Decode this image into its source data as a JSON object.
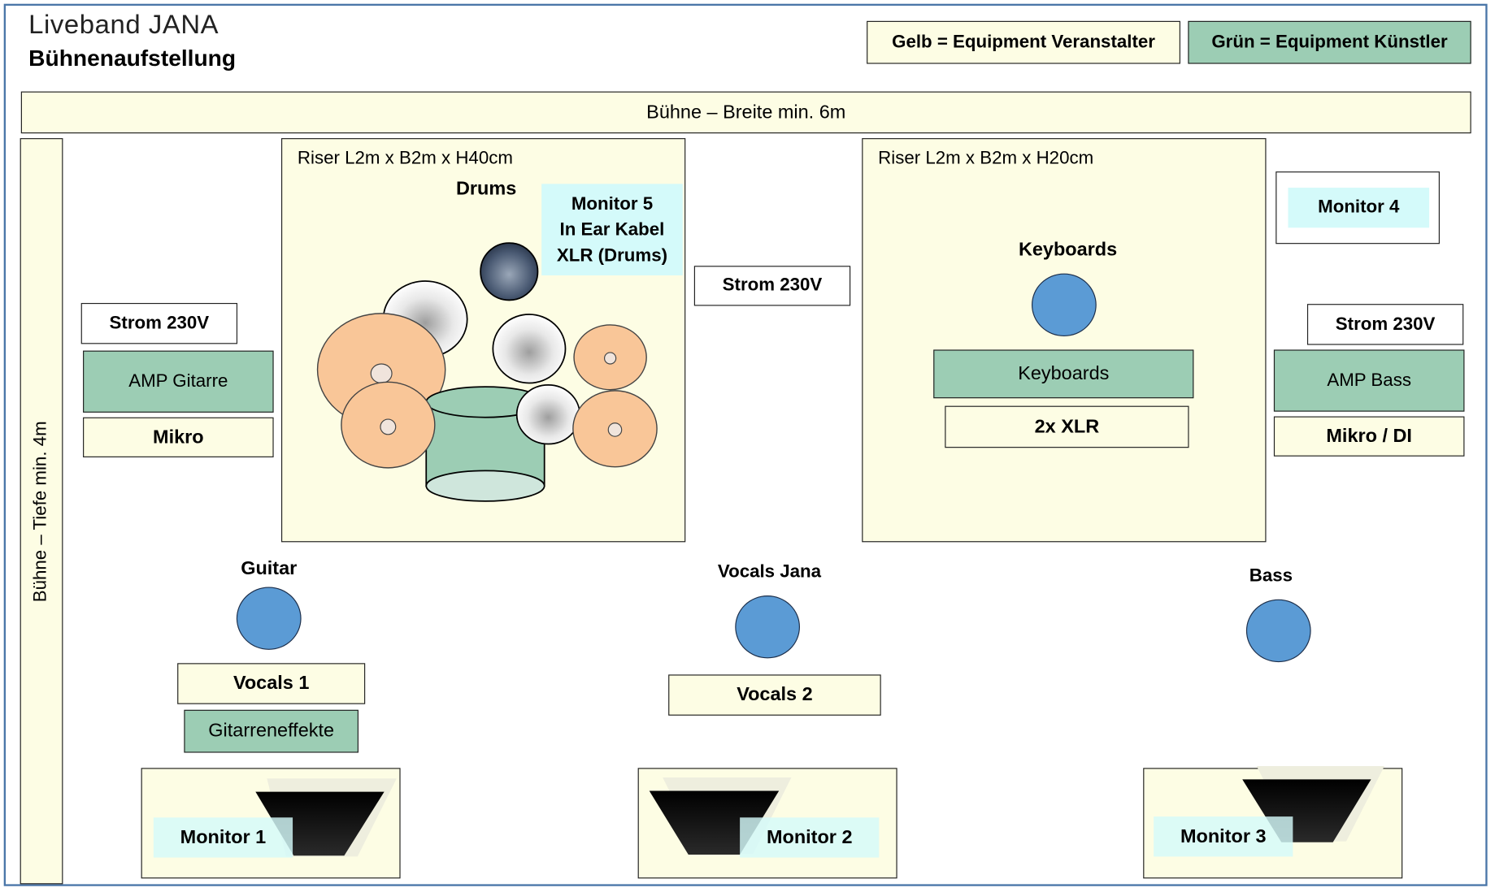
{
  "header": {
    "title": "Liveband JANA",
    "subtitle": "Bühnenaufstellung"
  },
  "legend": {
    "yellow": "Gelb = Equipment Veranstalter",
    "green": "Grün = Equipment Künstler"
  },
  "stage": {
    "width_label": "Bühne – Breite min. 6m",
    "depth_label": "Bühne – Tiefe min. 4m"
  },
  "risers": {
    "drums": {
      "label": "Riser L2m x B2m x H40cm",
      "title": "Drums"
    },
    "keys": {
      "label": "Riser L2m x B2m x H20cm"
    }
  },
  "monitor5": [
    "Monitor 5",
    "In Ear Kabel",
    "XLR (Drums)"
  ],
  "power": {
    "left": "Strom 230V",
    "center": "Strom 230V",
    "right": "Strom 230V"
  },
  "left_side": {
    "amp": "AMP Gitarre",
    "mic": "Mikro"
  },
  "right_side": {
    "monitor": "Monitor 4",
    "amp": "AMP Bass",
    "mic": "Mikro / DI"
  },
  "keys": {
    "person": "Keyboards",
    "instrument": "Keyboards",
    "xlr": "2x XLR"
  },
  "musicians": {
    "guitar": "Guitar",
    "vocals": "Vocals Jana",
    "bass": "Bass"
  },
  "front": {
    "vocals1": "Vocals 1",
    "effects": "Gitarreneffekte",
    "vocals2": "Vocals 2"
  },
  "monitors": {
    "m1": "Monitor 1",
    "m2": "Monitor 2",
    "m3": "Monitor 3"
  },
  "colors": {
    "yellow_fill": "#fdfde4",
    "green_fill": "#9ccdb4",
    "cyan_fill": "#d4fafa",
    "person_fill": "#5b9bd5",
    "cymbal_fill": "#f9c698",
    "frame": "#4a76a8"
  }
}
